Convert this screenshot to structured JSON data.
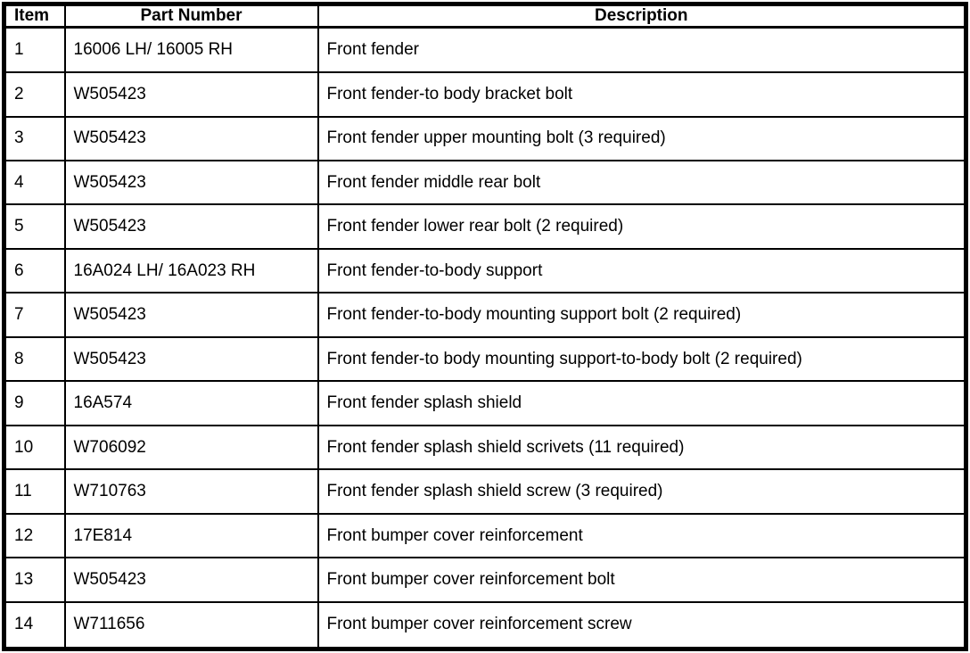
{
  "table": {
    "headers": {
      "item": "Item",
      "part_number": "Part Number",
      "description": "Description"
    },
    "rows": [
      {
        "item": "1",
        "part_number": "16006 LH/ 16005 RH",
        "description": "Front fender"
      },
      {
        "item": "2",
        "part_number": "W505423",
        "description": "Front fender-to body bracket bolt"
      },
      {
        "item": "3",
        "part_number": "W505423",
        "description": "Front fender upper mounting bolt (3 required)"
      },
      {
        "item": "4",
        "part_number": "W505423",
        "description": "Front fender middle rear bolt"
      },
      {
        "item": "5",
        "part_number": "W505423",
        "description": "Front fender lower rear bolt (2 required)"
      },
      {
        "item": "6",
        "part_number": "16A024 LH/ 16A023 RH",
        "description": "Front fender-to-body support"
      },
      {
        "item": "7",
        "part_number": "W505423",
        "description": "Front fender-to-body mounting support bolt (2 required)"
      },
      {
        "item": "8",
        "part_number": "W505423",
        "description": "Front fender-to body mounting support-to-body bolt (2 required)"
      },
      {
        "item": "9",
        "part_number": "16A574",
        "description": "Front fender splash shield"
      },
      {
        "item": "10",
        "part_number": "W706092",
        "description": "Front fender splash shield scrivets (11 required)"
      },
      {
        "item": "11",
        "part_number": "W710763",
        "description": "Front fender splash shield screw (3 required)"
      },
      {
        "item": "12",
        "part_number": "17E814",
        "description": "Front bumper cover reinforcement"
      },
      {
        "item": "13",
        "part_number": "W505423",
        "description": "Front bumper cover reinforcement bolt"
      },
      {
        "item": "14",
        "part_number": "W711656",
        "description": "Front bumper cover reinforcement screw"
      }
    ],
    "colors": {
      "border": "#000000",
      "background": "#ffffff",
      "text": "#000000"
    }
  }
}
